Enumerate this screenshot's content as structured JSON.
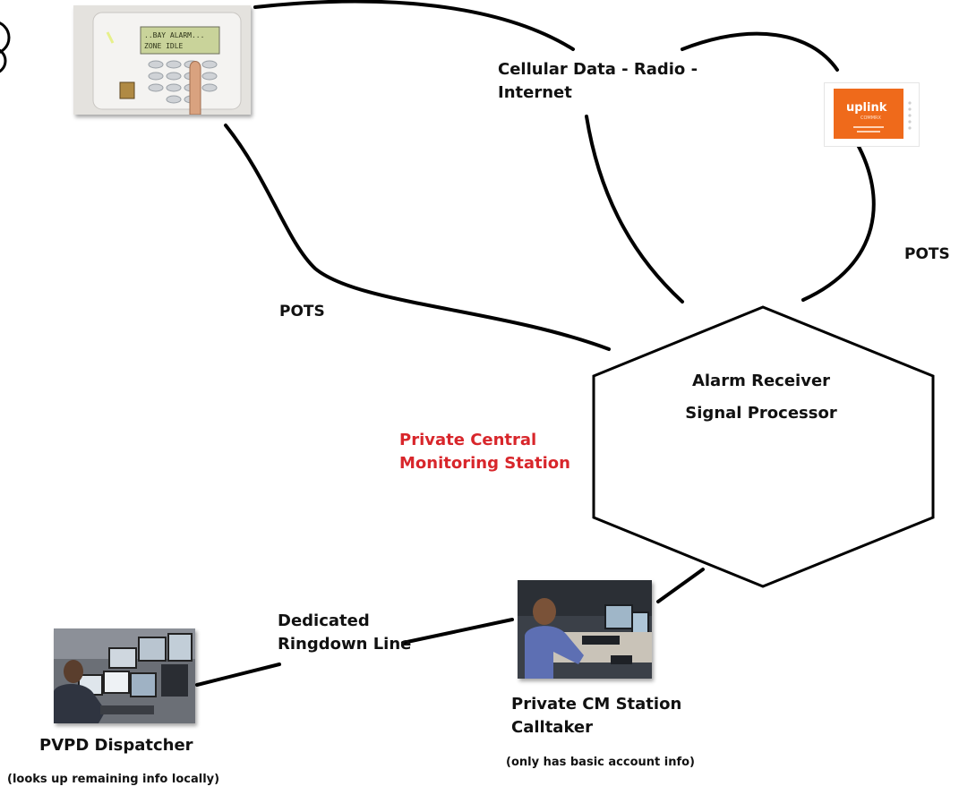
{
  "colors": {
    "line": "#000000",
    "accent_red": "#d8262b",
    "uplink_orange": "#ef6a1b"
  },
  "devices": {
    "keypad": {
      "icon": "alarm-keypad-icon",
      "screen_text_line1": "..BAY ALARM...",
      "screen_text_line2": "ZONE IDLE"
    },
    "communicator": {
      "icon": "uplink-communicator-icon",
      "brand": "uplink",
      "model": "COMMRX"
    }
  },
  "links": {
    "cellular_label_line1": "Cellular Data - Radio -",
    "cellular_label_line2": "Internet",
    "pots_left_label": "POTS",
    "pots_right_label": "POTS",
    "ringdown_label_line1": "Dedicated",
    "ringdown_label_line2": "Ringdown Line"
  },
  "receiver": {
    "line1": "Alarm Receiver",
    "line2": "Signal Processor"
  },
  "station": {
    "line1": "Private Central",
    "line2": "Monitoring Station"
  },
  "calltaker": {
    "icon": "calltaker-photo",
    "title_line1": "Private CM Station",
    "title_line2": "Calltaker",
    "note": "(only has basic account info)"
  },
  "dispatcher": {
    "icon": "dispatcher-photo",
    "title": "PVPD Dispatcher",
    "note": "(looks up remaining info locally)"
  }
}
